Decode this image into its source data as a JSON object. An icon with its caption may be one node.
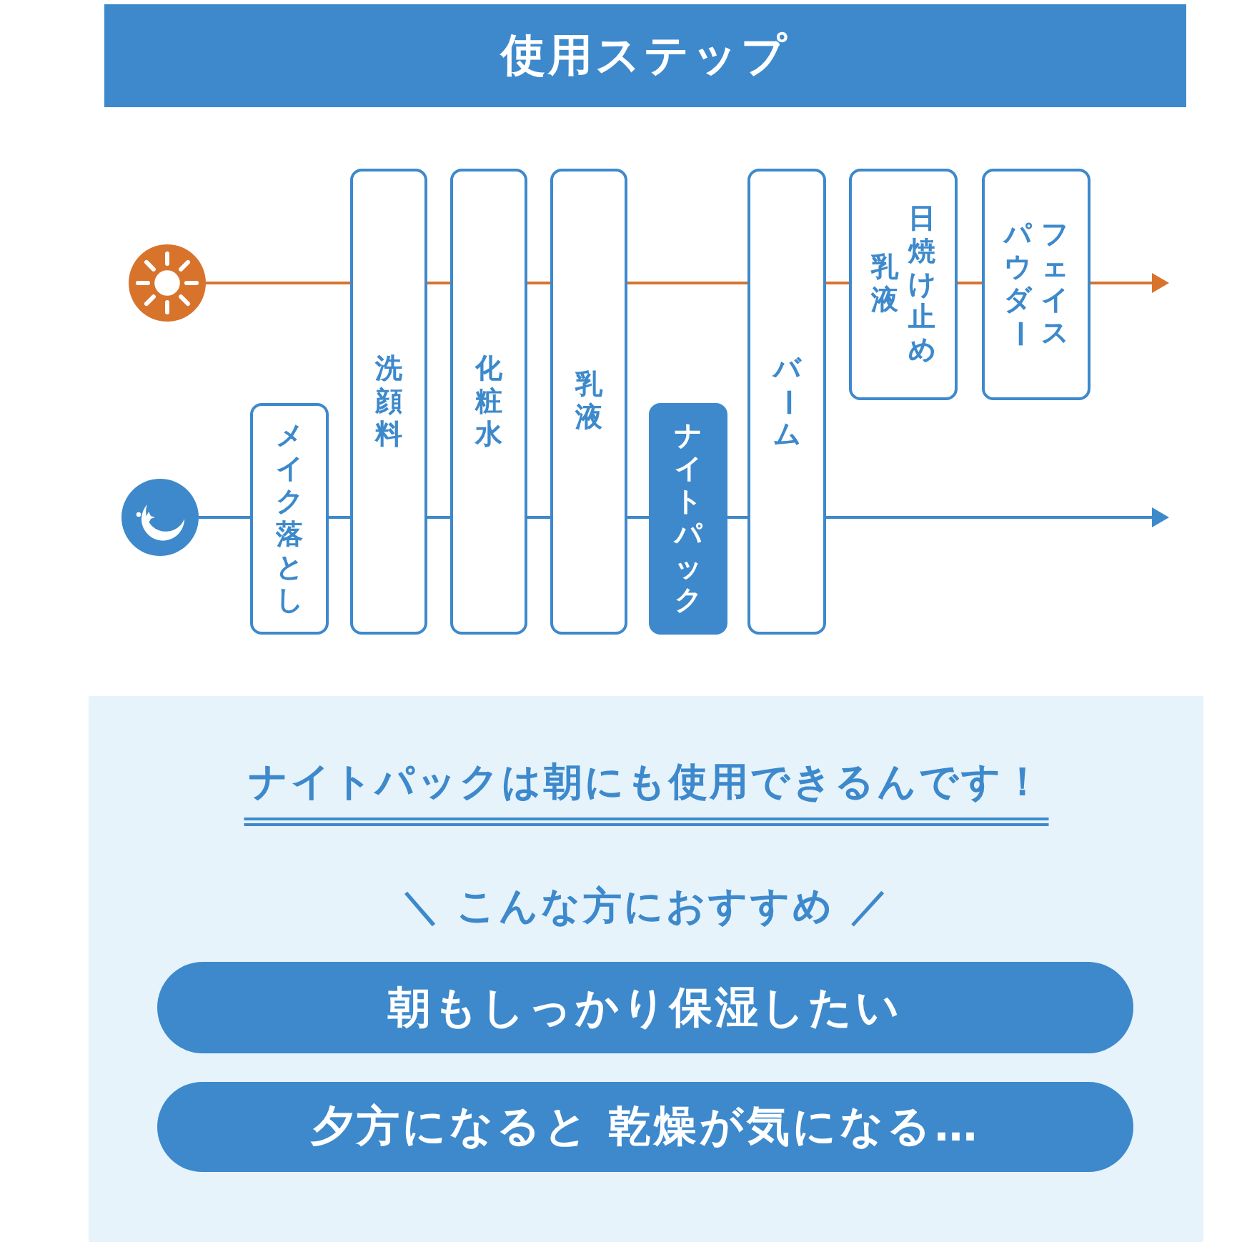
{
  "diagram": {
    "nodes": [
      {
        "text": [
          "使用ステップ"
        ]
      },
      {
        "text": [],
        "shape": "picture"
      },
      {
        "text": [],
        "shape": "picture"
      },
      {
        "text": [
          "メイク落とし"
        ]
      },
      {
        "text": [
          "洗顔料"
        ]
      },
      {
        "text": [
          "化粧水"
        ]
      },
      {
        "text": [
          "乳液"
        ]
      },
      {
        "text": [
          "ナイトパック"
        ]
      },
      {
        "text": [
          "バーム"
        ]
      },
      {
        "text": [
          "日焼け止め乳液"
        ]
      },
      {
        "text": [
          "フェイスパウダー"
        ]
      },
      {
        "text": [
          "ナイトパックは朝にも使用できるんです！",
          "＼ こんな方におすすめ ／"
        ]
      },
      {
        "text": [
          "朝もしっかり保湿したい"
        ],
        "in": 11
      },
      {
        "text": [
          "夕方になると 乾燥が気になる…"
        ],
        "in": 11
      }
    ],
    "edges": [
      {
        "from": 1,
        "to": 4,
        "arrow": "none",
        "color": "#d8732c"
      },
      {
        "from": 4,
        "to": 5,
        "arrow": "none",
        "color": "#d8732c"
      },
      {
        "from": 5,
        "to": 6,
        "arrow": "none",
        "color": "#d8732c"
      },
      {
        "from": 6,
        "to": 8,
        "arrow": "none",
        "color": "#d8732c"
      },
      {
        "from": 8,
        "to": 9,
        "arrow": "none",
        "color": "#d8732c"
      },
      {
        "from": 9,
        "to": 10,
        "arrow": "none",
        "color": "#d8732c"
      },
      {
        "from": 10,
        "to": null,
        "arrow": "to",
        "color": "#d8732c"
      },
      {
        "from": 2,
        "to": 3,
        "arrow": "none",
        "color": "#3d89cc"
      },
      {
        "from": 3,
        "to": 4,
        "arrow": "none",
        "color": "#3d89cc"
      },
      {
        "from": 4,
        "to": 5,
        "arrow": "none",
        "color": "#3d89cc"
      },
      {
        "from": 5,
        "to": 6,
        "arrow": "none",
        "color": "#3d89cc"
      },
      {
        "from": 6,
        "to": 7,
        "arrow": "none",
        "color": "#3d89cc"
      },
      {
        "from": 7,
        "to": 8,
        "arrow": "none",
        "color": "#3d89cc"
      },
      {
        "from": 8,
        "to": null,
        "arrow": "to",
        "color": "#3d89cc"
      }
    ]
  }
}
